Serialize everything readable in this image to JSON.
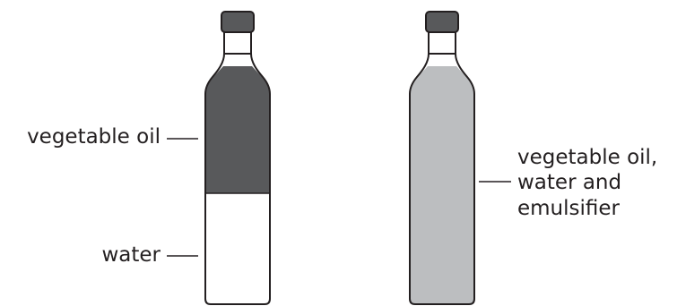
{
  "labels": {
    "oil_layer": "vegetable oil",
    "water_layer": "water",
    "mixture_line1": "vegetable oil,",
    "mixture_line2": "water and",
    "mixture_line3": "emulsifier"
  },
  "colors": {
    "outline": "#231f20",
    "cap": "#58595b",
    "oil": "#58595b",
    "water": "#ffffff",
    "emulsion": "#bcbec0"
  }
}
